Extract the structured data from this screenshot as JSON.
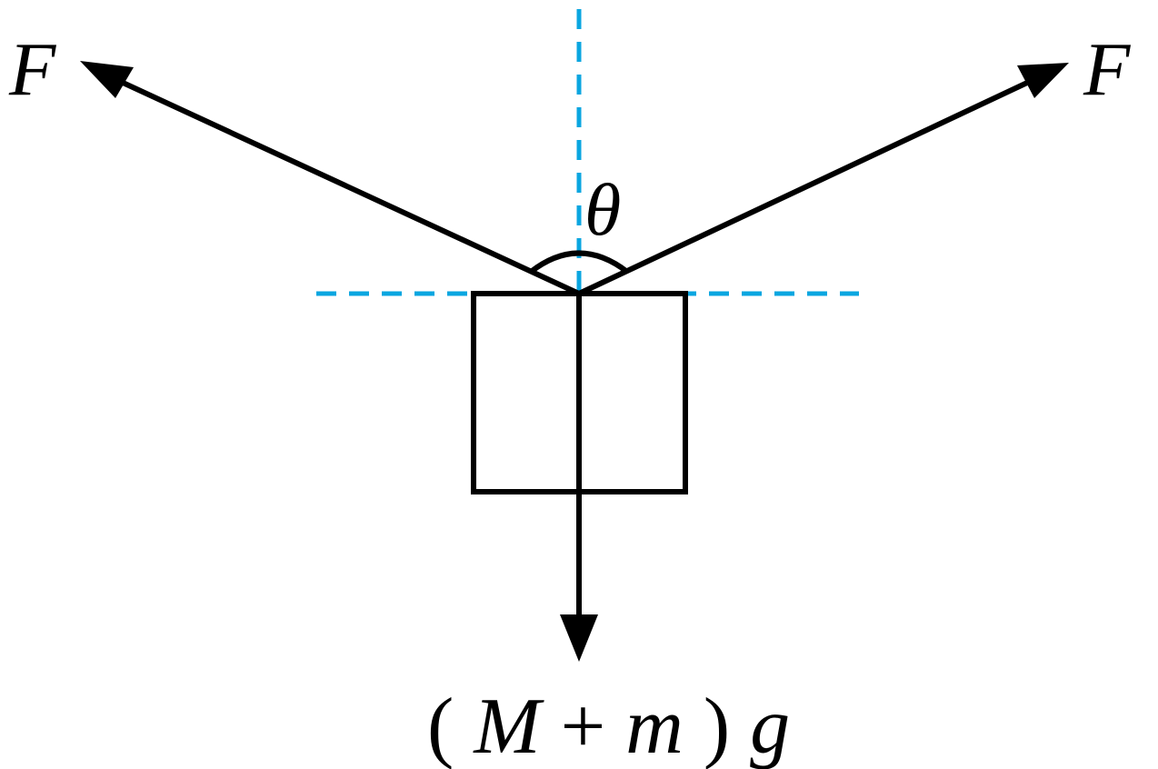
{
  "diagram": {
    "labels": {
      "force_left": "F",
      "force_right": "F",
      "angle": "θ",
      "weight_open": "(",
      "weight_M": "M",
      "weight_plus": "+",
      "weight_m": "m",
      "weight_close": ")",
      "weight_g": "g"
    },
    "colors": {
      "stroke": "#000000",
      "guide": "#0aa6e0",
      "background": "#ffffff"
    }
  }
}
